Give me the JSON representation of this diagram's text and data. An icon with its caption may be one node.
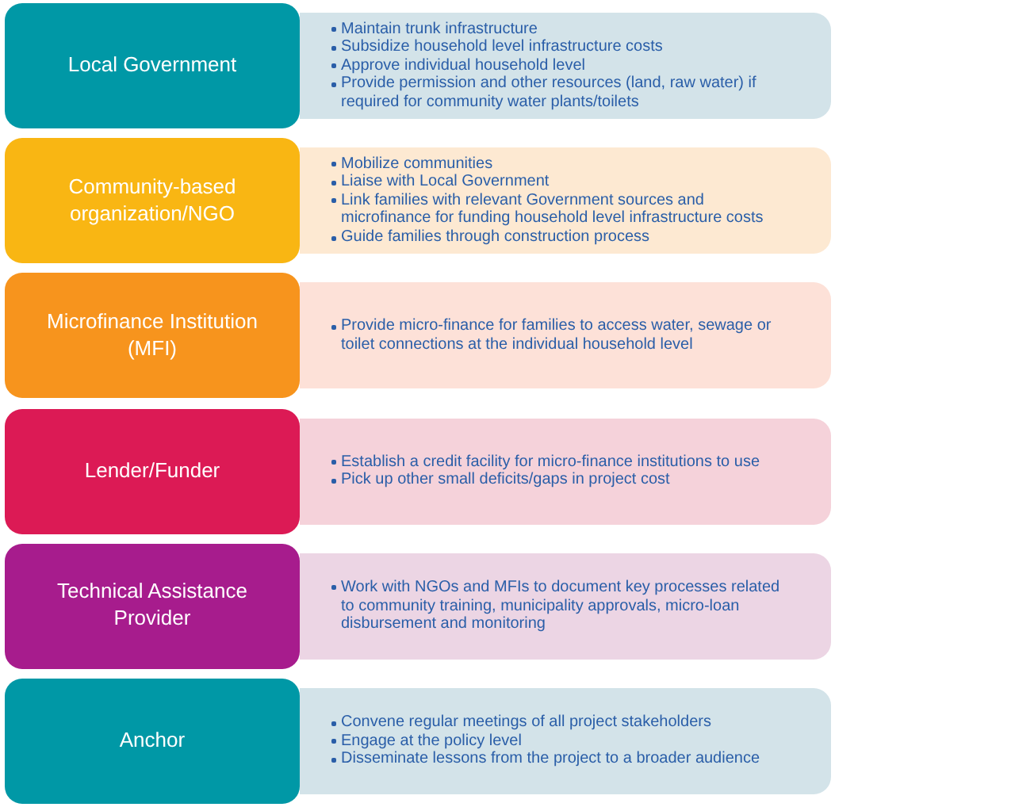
{
  "diagram": {
    "nodes": [
      {
        "text": [
          "Local Government"
        ]
      },
      {
        "text": [
          "Maintain trunk infrastructure",
          "Subsidize household level infrastructure costs",
          "Approve individual household level",
          "Provide permission and other resources (land, raw water) if required for community water plants/toilets"
        ]
      },
      {
        "text": [
          "Community-based organization/NGO"
        ]
      },
      {
        "text": [
          "Mobilize communities",
          "Liaise with Local Government",
          "Link families with relevant Government sources and microfinance for funding household level infrastructure costs",
          "Guide families through construction process"
        ]
      },
      {
        "text": [
          "Microfinance Institution (MFI)"
        ]
      },
      {
        "text": [
          "Provide micro-finance for families to access water, sewage or toilet connections at the individual household level"
        ]
      },
      {
        "text": [
          "Lender/Funder"
        ]
      },
      {
        "text": [
          "Establish a credit facility for micro-finance institutions to use",
          "Pick up other small deficits/gaps in project cost"
        ]
      },
      {
        "text": [
          "Technical Assistance Provider"
        ]
      },
      {
        "text": [
          "Work with NGOs and MFIs to document key processes related to community training, municipality approvals, micro-loan disbursement and monitoring"
        ]
      },
      {
        "text": [
          "Anchor"
        ]
      },
      {
        "text": [
          "Convene regular meetings of all project stakeholders",
          "Engage at the policy level",
          "Disseminate lessons from the project to a broader audience"
        ]
      }
    ]
  }
}
